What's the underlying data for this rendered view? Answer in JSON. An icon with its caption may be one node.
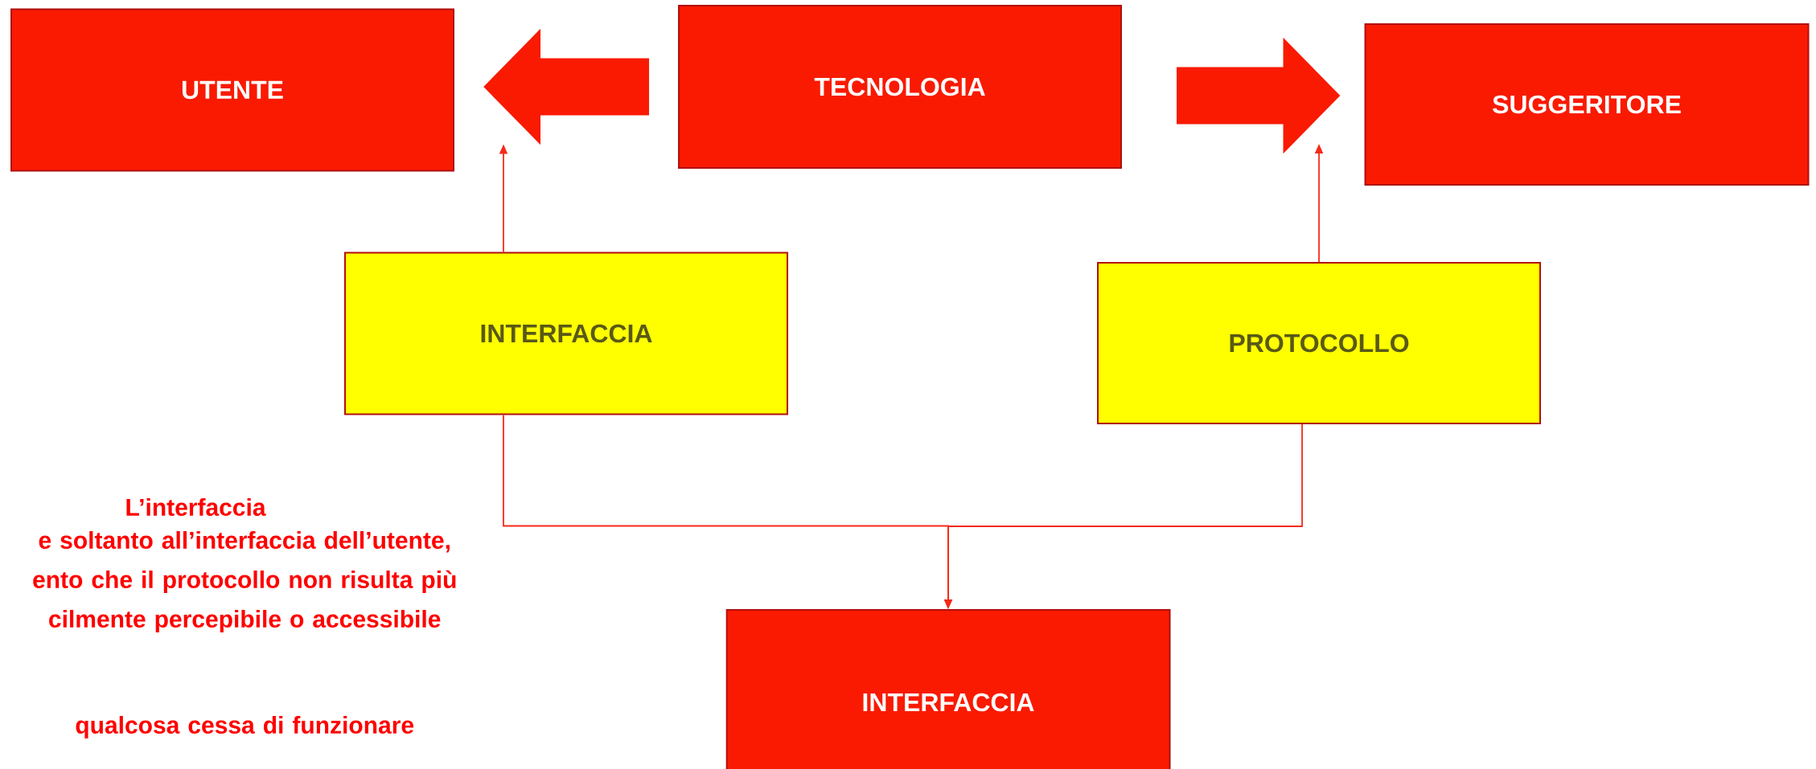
{
  "diagram": {
    "nodes": [
      {
        "text": [
          "UTENTE"
        ]
      },
      {
        "text": [
          "TECNOLOGIA"
        ]
      },
      {
        "text": [
          "SUGGERITORE"
        ]
      },
      {
        "text": [
          "INTERFACCIA"
        ]
      },
      {
        "text": [
          "PROTOCOLLO"
        ]
      },
      {
        "text": [
          "INTERFACCIA"
        ]
      }
    ],
    "edges": [
      {
        "from": 1,
        "to": 0,
        "arrow": "to",
        "style": "thick"
      },
      {
        "from": 1,
        "to": 2,
        "arrow": "to",
        "style": "thick"
      },
      {
        "from": 3,
        "to": null,
        "arrow": "to"
      },
      {
        "from": 4,
        "to": null,
        "arrow": "to"
      },
      {
        "from": 3,
        "to": 5,
        "arrow": "to"
      },
      {
        "from": 4,
        "to": 5,
        "arrow": "to"
      }
    ],
    "labels": [
      "L’interfaccia",
      "e soltanto all’interfaccia dell’utente, ento che il protocollo non risulta più cilmente percepibile o accessibile",
      "qualcosa cessa di funzionare"
    ]
  }
}
